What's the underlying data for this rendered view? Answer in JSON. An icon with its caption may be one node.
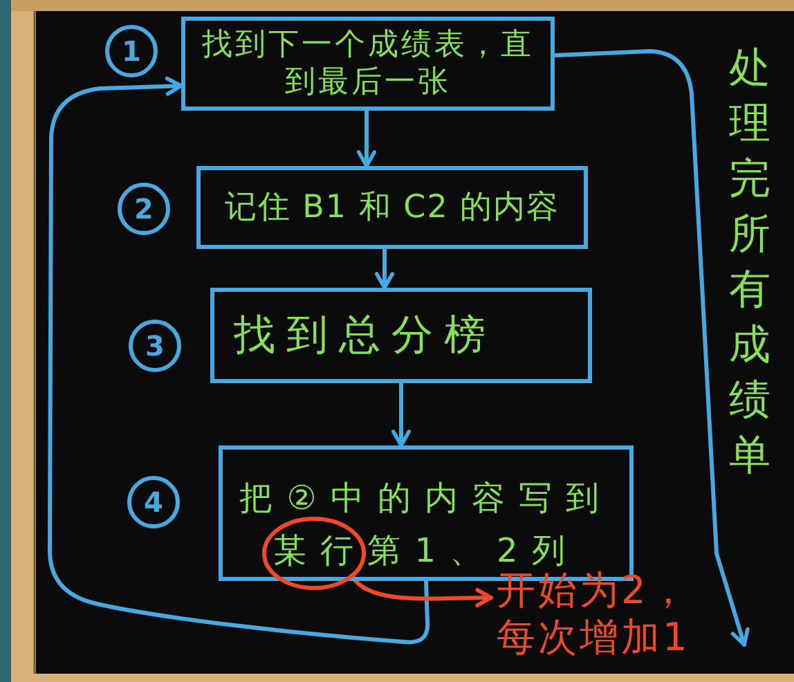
{
  "diagram": {
    "nodes": [
      {
        "text": [
          "1"
        ]
      },
      {
        "text": [
          "找到下一个成绩表，直到最后一张"
        ]
      },
      {
        "text": [
          "2"
        ]
      },
      {
        "text": [
          "记住 B1 和 C2 的内容"
        ]
      },
      {
        "text": [
          "3"
        ]
      },
      {
        "text": [
          "找到总分榜"
        ]
      },
      {
        "text": [
          "4"
        ]
      },
      {
        "text": [
          "把②中的内容写到某行第1、2列"
        ]
      },
      {
        "text": [],
        "shape": "circle"
      },
      {
        "text": [
          "开始为2，每次增加1"
        ]
      }
    ],
    "edges": [
      {
        "from": 1,
        "to": 3,
        "arrow": "to"
      },
      {
        "from": 3,
        "to": 5,
        "arrow": "to"
      },
      {
        "from": 5,
        "to": 7,
        "arrow": "to"
      },
      {
        "from": 7,
        "to": 1,
        "arrow": "to"
      },
      {
        "from": 1,
        "to": null,
        "arrow": "to",
        "label": "处理完所有成绩单"
      },
      {
        "from": 8,
        "to": 9,
        "arrow": "to",
        "color": "#ee4a2a"
      }
    ]
  }
}
